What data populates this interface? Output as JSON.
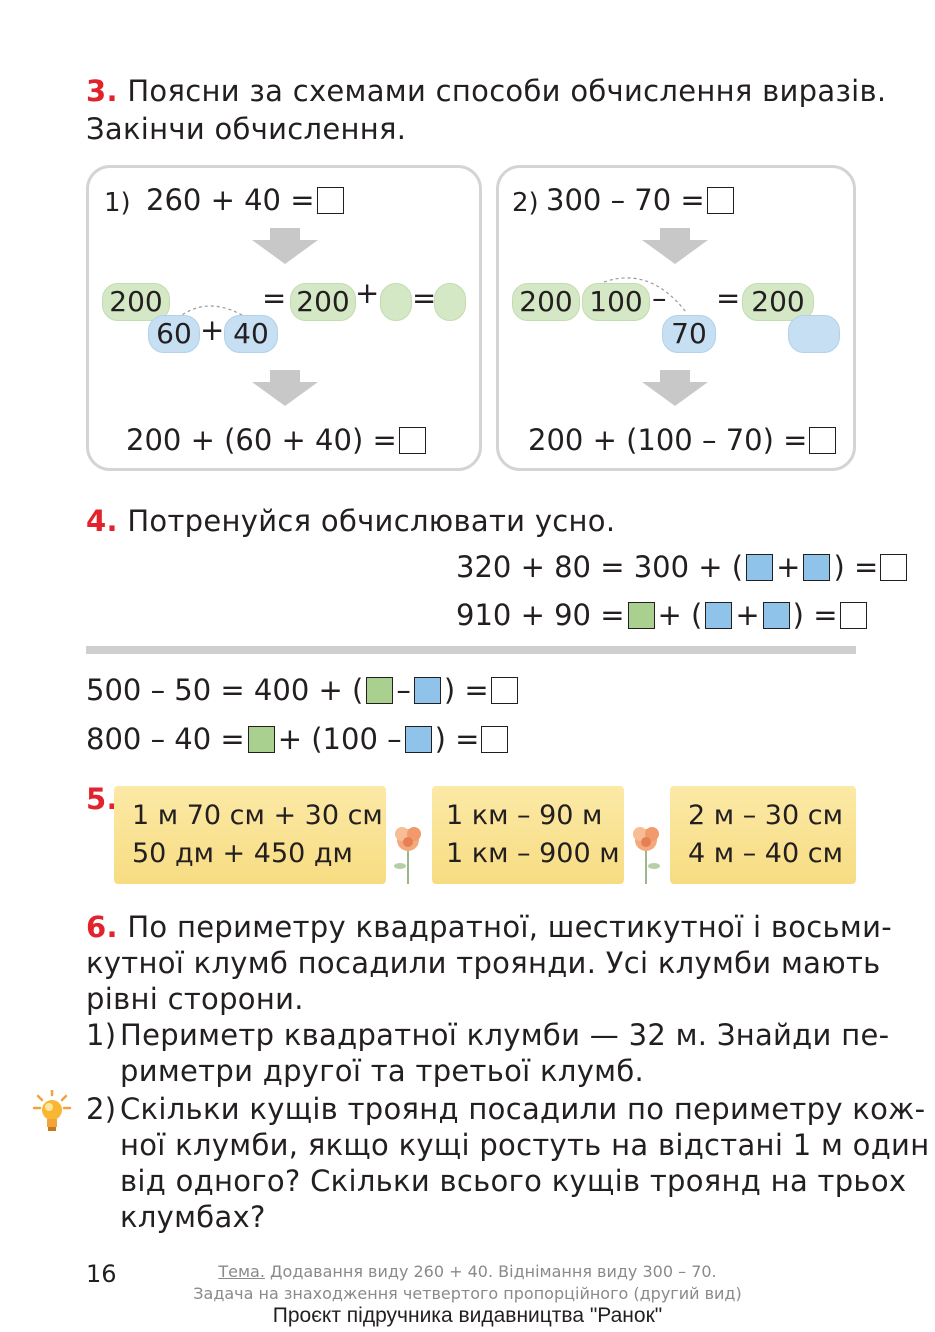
{
  "task3": {
    "number": "3.",
    "text_line1": "Поясни за схемами способи обчислення виразів.",
    "text_line2": "Закінчи обчислення.",
    "panel1": {
      "label": "1)",
      "expr": "260 + 40 =",
      "pill_a": "200",
      "pill_b": "60",
      "plus": "+",
      "pill_c": "40",
      "eq1": "=",
      "pill_d": "200",
      "plus2": "+",
      "eq2": "=",
      "bottom": "200 + (60 + 40) ="
    },
    "panel2": {
      "label": "2)",
      "expr": "300 – 70 =",
      "pill_a": "200",
      "pill_b": "100",
      "minus": "–",
      "eq1": "=",
      "pill_c": "200",
      "pill_d": "70",
      "bottom": "200 + (100 – 70) ="
    }
  },
  "task4": {
    "number": "4.",
    "text": "Потренуйся обчислювати усно.",
    "line1_a": "320 + 80 = 300 + (",
    "line1_b": "+",
    "line1_c": ") =",
    "line2_a": "910 + 90 =",
    "line2_b": "+ (",
    "line2_c": "+",
    "line2_d": ") =",
    "line3_a": "500 – 50 = 400 + (",
    "line3_b": "–",
    "line3_c": ") =",
    "line4_a": "800 – 40 =",
    "line4_b": "+ (100 –",
    "line4_c": ") ="
  },
  "task5": {
    "number": "5.",
    "b1_l1": "1 м 70 см + 30 см",
    "b1_l2": "50 дм + 450 дм",
    "b2_l1": "1 км – 90  м",
    "b2_l2": "1 км – 900 м",
    "b3_l1": "2  м – 30  см",
    "b3_l2": "4  м – 40  см"
  },
  "task6": {
    "number": "6.",
    "l1": "По периметру квадратної, шестикутної і восьми-",
    "l2": "кутної клумб посадили троянди. Усі клумби мають",
    "l3": "рівні сторони.",
    "s1_label": "1)",
    "s1_l1": "Периметр квадратної клумби — 32 м. Знайди пе-",
    "s1_l2": "риметри другої та третьої клумб.",
    "s2_label": "2)",
    "s2_l1": "Скільки кущів троянд посадили по периметру кож-",
    "s2_l2": "ної клумби, якщо кущі ростуть на відстані 1 м один",
    "s2_l3": "від одного? Скільки всього кущів троянд на трьох",
    "s2_l4": "клумбах?"
  },
  "footer": {
    "page_number": "16",
    "theme_label": "Тема.",
    "theme_text": " Додавання виду 260 + 40. Віднімання виду 300 – 70.",
    "theme_line2": "Задача на знаходження четвертого пропорційного (другий вид)",
    "project": "Проєкт підручника видавництва \"Ранок\""
  },
  "colors": {
    "accent_red": "#e2232c",
    "green_box": "#a9d08e",
    "blue_box": "#8fc3ea",
    "banner": "#f7dc82"
  },
  "icons": [
    "arrow-down-icon",
    "flower-icon",
    "lightbulb-icon"
  ]
}
